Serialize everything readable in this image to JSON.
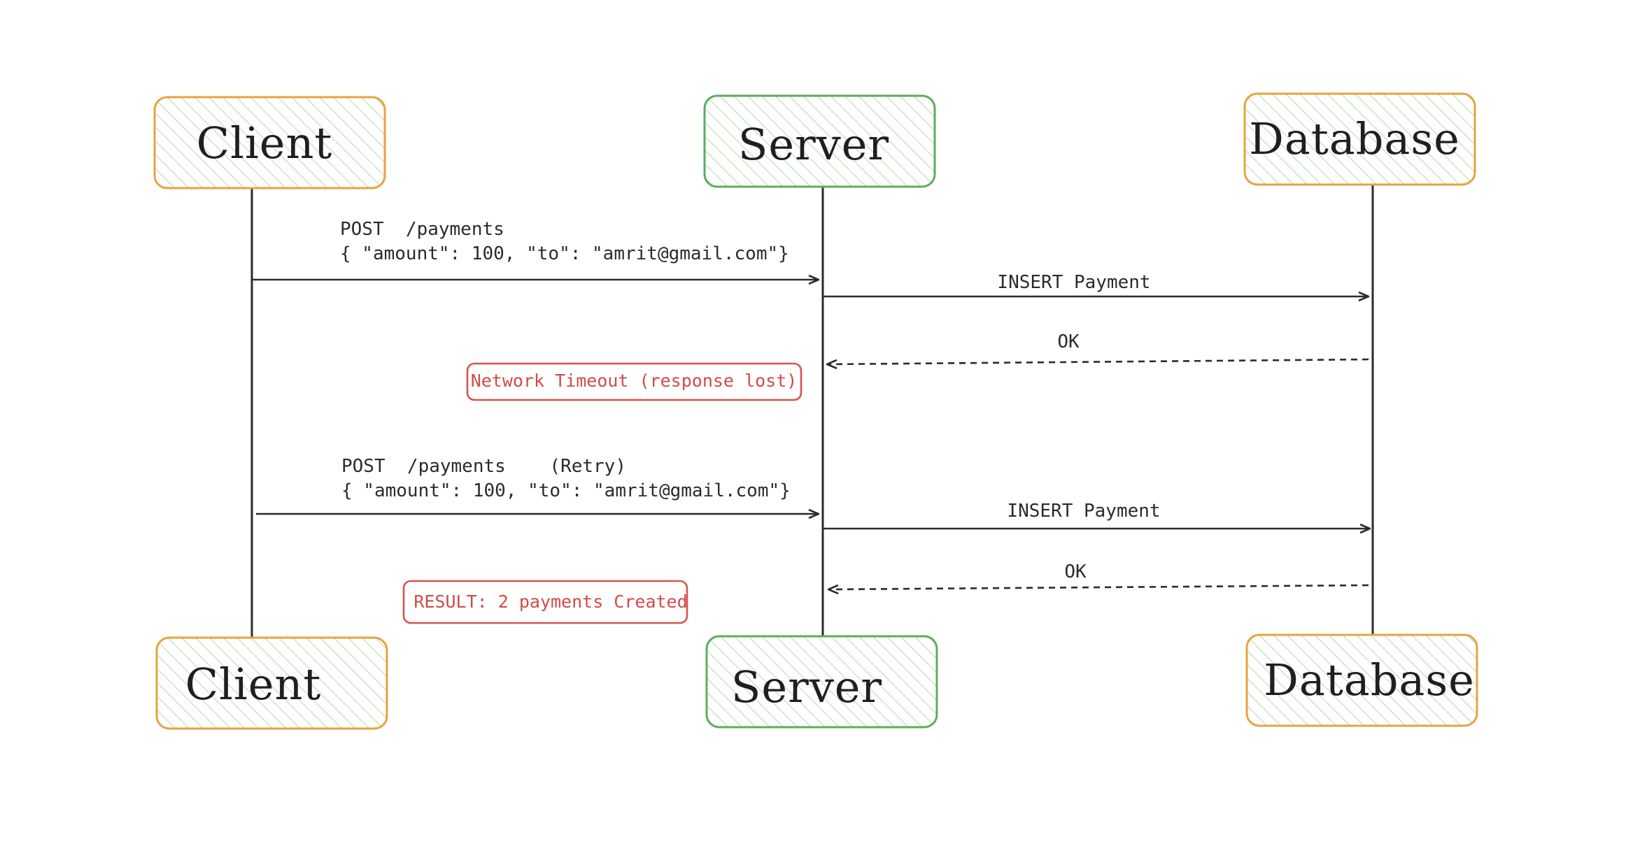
{
  "colors": {
    "client_border": "#e8a33d",
    "server_border": "#5cae5c",
    "database_border": "#e8a33d",
    "hatch": "#b9dcb4",
    "note_border": "#d9534f",
    "note_text": "#d24b46",
    "line": "#2b2b2b"
  },
  "participants": {
    "client": "Client",
    "server": "Server",
    "database": "Database"
  },
  "messages": {
    "m1_line1": "POST  /payments",
    "m1_line2": "{ \"amount\": 100, \"to\": \"amrit@gmail.com\"}",
    "m2": "INSERT Payment",
    "m3": "OK",
    "m4_line1": "POST  /payments    (Retry)",
    "m4_line2": "{ \"amount\": 100, \"to\": \"amrit@gmail.com\"}",
    "m5": "INSERT Payment",
    "m6": "OK"
  },
  "notes": {
    "timeout": "Network Timeout (response lost)",
    "result": "RESULT: 2 payments Created"
  }
}
